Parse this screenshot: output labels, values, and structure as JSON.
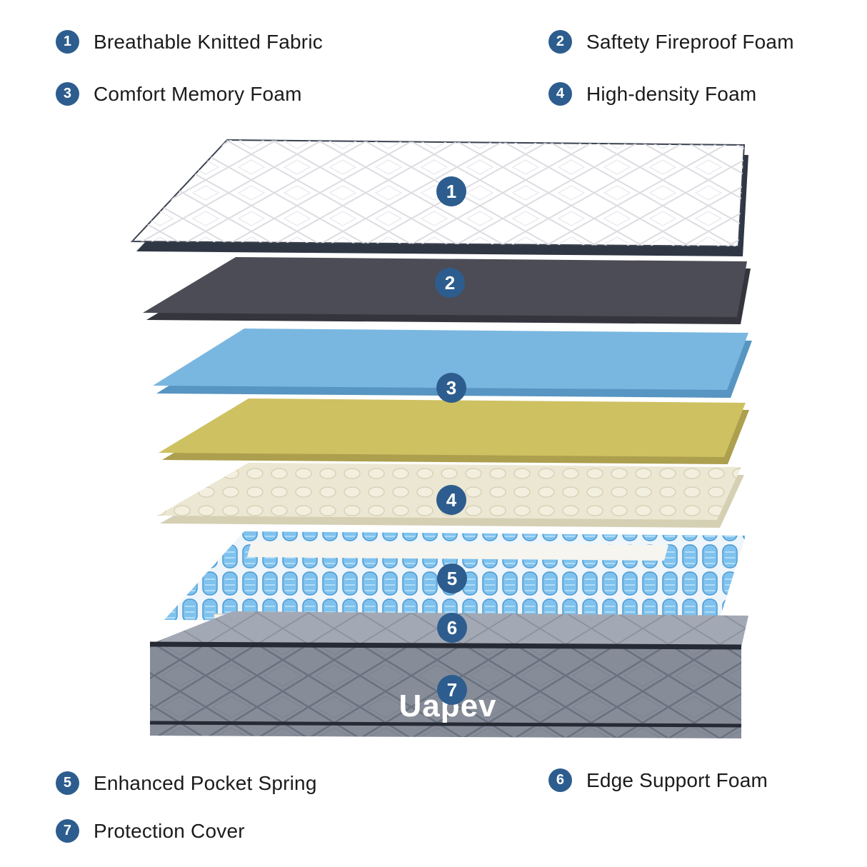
{
  "colors": {
    "badge": "#2d5d8e",
    "knitted_fabric": "#ffffff",
    "fireproof_foam": "#4b4c55",
    "memory_foam": "#79b7e0",
    "high_density_foam": "#cec162",
    "convoluted_foam": "#ece7d2",
    "spring_fill": "#7fc2ee",
    "edge_support": "#f7f6f0"
  },
  "legend_top": [
    {
      "num": "1",
      "label": "Breathable Knitted Fabric"
    },
    {
      "num": "2",
      "label": "Saftety Fireproof Foam"
    },
    {
      "num": "3",
      "label": "Comfort Memory Foam"
    },
    {
      "num": "4",
      "label": "High-density Foam"
    }
  ],
  "legend_bottom": [
    {
      "num": "5",
      "label": "Enhanced Pocket Spring"
    },
    {
      "num": "6",
      "label": "Edge Support Foam"
    },
    {
      "num": "7",
      "label": "Protection Cover"
    }
  ],
  "markers": [
    "1",
    "2",
    "3",
    "4",
    "5",
    "6",
    "7"
  ],
  "brand": "Uapev"
}
